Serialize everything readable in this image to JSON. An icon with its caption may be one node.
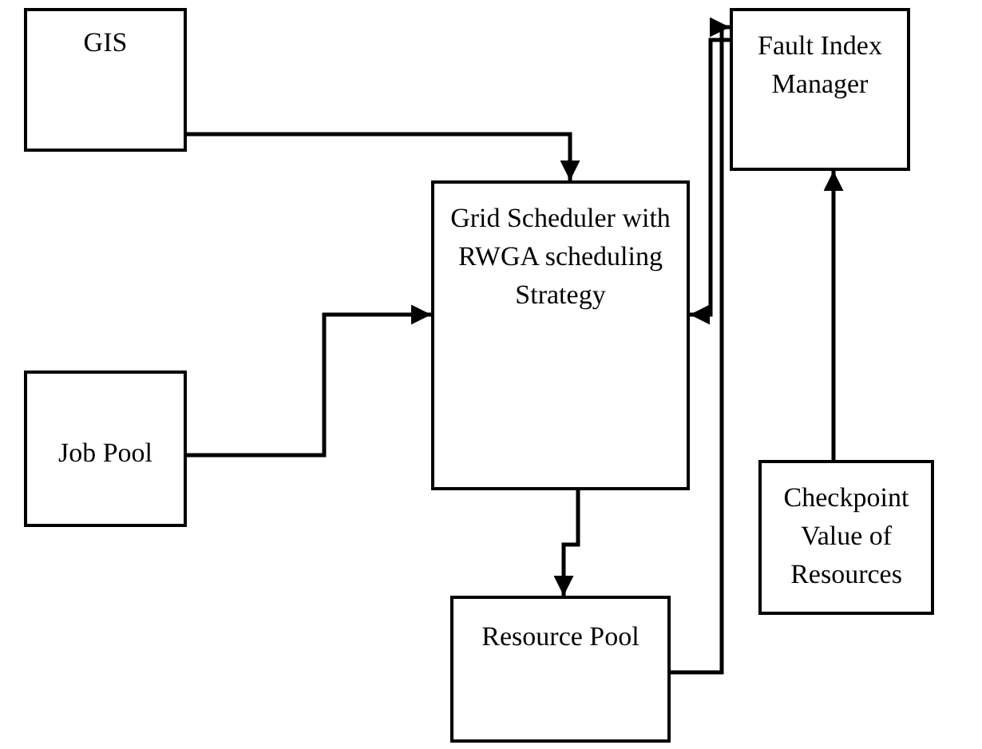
{
  "diagram": {
    "nodes": [
      {
        "text": [
          "GIS"
        ]
      },
      {
        "text": [
          "Grid Scheduler with RWGA scheduling Strategy"
        ]
      },
      {
        "text": [
          "Fault Index Manager"
        ]
      },
      {
        "text": [
          "Job Pool"
        ]
      },
      {
        "text": [
          "Checkpoint Value of Resources"
        ]
      },
      {
        "text": [
          "Resource Pool"
        ]
      }
    ],
    "edges": [
      {
        "from": 0,
        "to": 1,
        "arrow": "to"
      },
      {
        "from": 3,
        "to": 1,
        "arrow": "to"
      },
      {
        "from": 1,
        "to": 5,
        "arrow": "to"
      },
      {
        "from": 5,
        "to": 2,
        "arrow": "to"
      },
      {
        "from": 2,
        "to": 1,
        "arrow": "to"
      },
      {
        "from": 4,
        "to": 2,
        "arrow": "to"
      }
    ]
  }
}
